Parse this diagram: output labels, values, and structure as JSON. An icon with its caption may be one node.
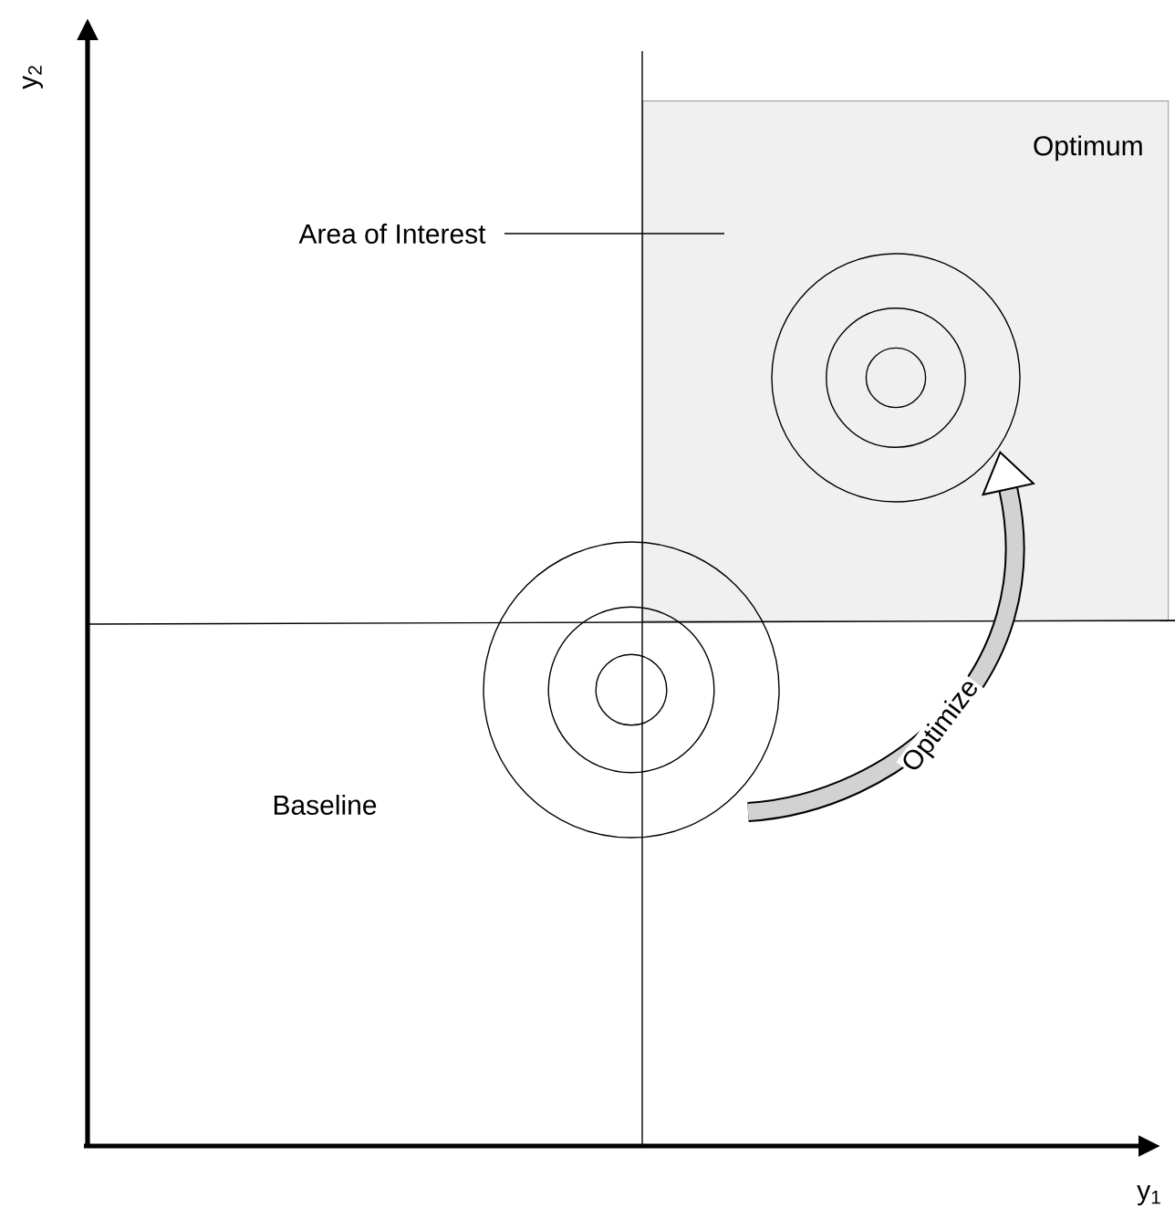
{
  "diagram": {
    "nodes": [
      {
        "text": [
          "Optimum"
        ]
      },
      {
        "text": [],
        "shape": "circle",
        "in": 0
      },
      {
        "text": [
          "Area of Interest"
        ]
      },
      {
        "text": [],
        "shape": "circle"
      }
    ],
    "edges": [
      {
        "from": 2,
        "to": 0,
        "arrow": "none"
      },
      {
        "from": 3,
        "to": 1,
        "arrow": "to",
        "label": "Optimize",
        "style": "thick"
      }
    ],
    "labels": [
      "y$_{2}$",
      "Baseline",
      "y$_{1}$"
    ]
  }
}
